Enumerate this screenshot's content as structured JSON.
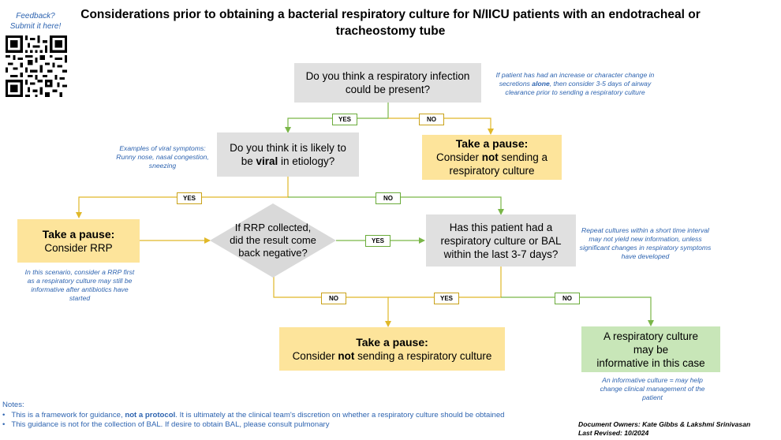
{
  "title": "Considerations prior to obtaining a bacterial respiratory culture for N/IICU patients with an endotracheal or tracheostomy tube",
  "feedback": {
    "line1": "Feedback?",
    "line2": "Submit it here!"
  },
  "colors": {
    "gray_box": "#e0e0e0",
    "yellow_box": "#fde49b",
    "green_box": "#c8e6b8",
    "yes_arrow": "#e0b829",
    "no_arrow": "#7ab648",
    "note_text": "#2e64b0"
  },
  "nodes": {
    "q1": {
      "line1": "Do you think a respiratory infection",
      "line2": "could be present?"
    },
    "q2": {
      "pre": "Do you think it is likely to be ",
      "bold": "viral",
      "post": " in etiology?"
    },
    "pause_no_culture_top": {
      "head": "Take a pause:",
      "pre": "Consider ",
      "bold": "not",
      "post": " sending a respiratory culture"
    },
    "pause_rrp": {
      "head": "Take a pause:",
      "text": "Consider RRP"
    },
    "decision_rrp": {
      "line1": "If RRP collected,",
      "line2": "did the result come",
      "line3": "back negative?"
    },
    "q3": {
      "line1": "Has this patient had a",
      "line2": "respiratory culture or BAL",
      "line3": "within the last 3-7 days?"
    },
    "pause_no_culture_bottom": {
      "head": "Take a pause:",
      "pre": "Consider ",
      "bold": "not",
      "post": " sending a respiratory culture"
    },
    "informative": {
      "line1": "A respiratory culture",
      "line2": "may be",
      "line3": "informative in this case"
    }
  },
  "edge_labels": {
    "yes": "YES",
    "no": "NO"
  },
  "side_notes": {
    "secretions": {
      "pre": "If patient has had an increase or character change in secretions ",
      "bold": "alone",
      "post": ", then consider 3-5 days of airway clearance prior to sending a respiratory culture"
    },
    "viral": "Examples of viral symptoms: Runny nose, nasal congestion, sneezing",
    "rrp": "In this scenario, consider a RRP first as a respiratory culture may still be informative after antibiotics have started",
    "repeat": "Repeat cultures within a short time interval may not yield new information, unless significant changes in respiratory symptoms have developed",
    "informative": "An informative culture = may help change clinical management of the patient"
  },
  "notes": {
    "heading": "Notes:",
    "item1_pre": "This is a framework for guidance, ",
    "item1_bold": "not a protocol",
    "item1_post": ". It is ultimately at the clinical team's discretion on whether a respiratory culture should be obtained",
    "item2": "This guidance is not for the collection of BAL. If desire to obtain BAL, please consult pulmonary"
  },
  "owners": {
    "line1": "Document Owners: Kate Gibbs & Lakshmi Srinivasan",
    "line2": "Last Revised: 10/2024"
  }
}
